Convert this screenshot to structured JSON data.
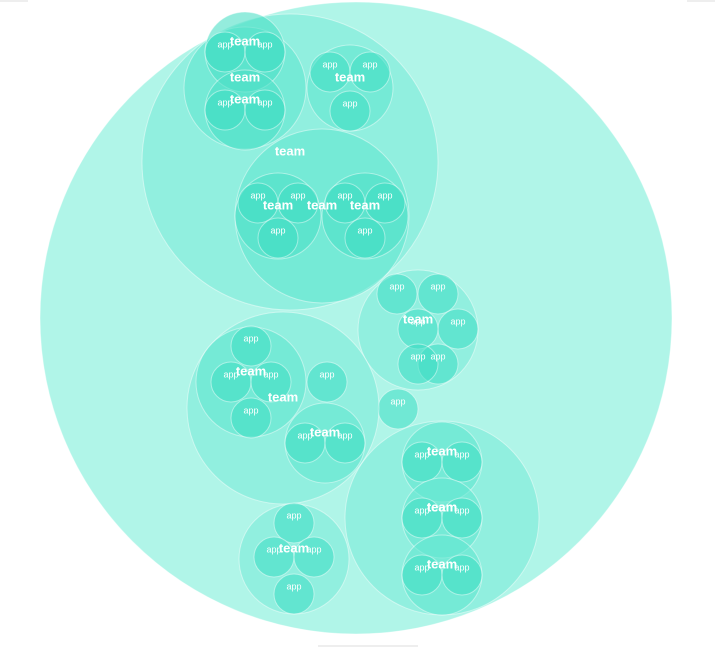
{
  "labels": {
    "team": "team",
    "app": "app"
  },
  "colors": {
    "root": "#b0f5e8",
    "depth1": "#7debd9",
    "depth2": "#63e6d1",
    "depth3": "#4de0c7",
    "leaf": "#3dddc2",
    "text": "#ffffff",
    "edge_marks": "#eeeeee"
  },
  "hierarchy": {
    "type": "root",
    "children": [
      {
        "type": "team",
        "children": [
          {
            "type": "team",
            "children": [
              {
                "type": "team",
                "children": [
                  {
                    "type": "app"
                  },
                  {
                    "type": "app"
                  }
                ]
              },
              {
                "type": "team",
                "children": [
                  {
                    "type": "app"
                  },
                  {
                    "type": "app"
                  }
                ]
              }
            ]
          },
          {
            "type": "team",
            "children": [
              {
                "type": "app"
              },
              {
                "type": "app"
              },
              {
                "type": "app"
              }
            ]
          },
          {
            "type": "team",
            "children": [
              {
                "type": "team",
                "children": [
                  {
                    "type": "app"
                  },
                  {
                    "type": "app"
                  },
                  {
                    "type": "app"
                  }
                ]
              },
              {
                "type": "team",
                "children": [
                  {
                    "type": "app"
                  },
                  {
                    "type": "app"
                  },
                  {
                    "type": "app"
                  }
                ]
              }
            ]
          }
        ]
      },
      {
        "type": "team",
        "children": [
          {
            "type": "app"
          },
          {
            "type": "app"
          },
          {
            "type": "app"
          },
          {
            "type": "app"
          },
          {
            "type": "app"
          },
          {
            "type": "app"
          }
        ]
      },
      {
        "type": "app"
      },
      {
        "type": "team",
        "children": [
          {
            "type": "team",
            "children": [
              {
                "type": "app"
              },
              {
                "type": "app"
              },
              {
                "type": "app"
              },
              {
                "type": "app"
              }
            ]
          },
          {
            "type": "app"
          },
          {
            "type": "team",
            "children": [
              {
                "type": "app"
              },
              {
                "type": "app"
              }
            ]
          }
        ]
      },
      {
        "type": "team",
        "children": [
          {
            "type": "team",
            "children": [
              {
                "type": "app"
              },
              {
                "type": "app"
              }
            ]
          },
          {
            "type": "team",
            "children": [
              {
                "type": "app"
              },
              {
                "type": "app"
              }
            ]
          },
          {
            "type": "team",
            "children": [
              {
                "type": "app"
              },
              {
                "type": "app"
              }
            ]
          }
        ]
      },
      {
        "type": "team",
        "children": [
          {
            "type": "app"
          },
          {
            "type": "app"
          },
          {
            "type": "app"
          },
          {
            "type": "app"
          }
        ]
      }
    ]
  }
}
